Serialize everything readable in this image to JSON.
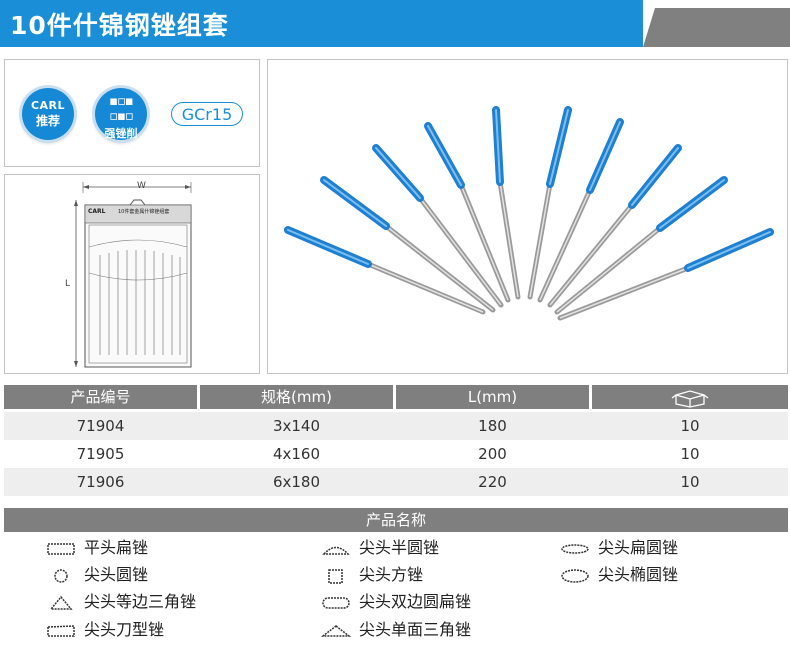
{
  "header": {
    "title": "10件什锦钢锉组套"
  },
  "badges": {
    "carl_line1": "CARL",
    "carl_line2": "推荐",
    "chip_label": "强锉削",
    "material": "GCr15"
  },
  "package": {
    "brand": "CARL",
    "label": "10件套金属什锦锉组套",
    "width_mark": "W",
    "length_mark": "L"
  },
  "spec_table": {
    "headers": [
      "产品编号",
      "规格(mm)",
      "L(mm)",
      "box-icon"
    ],
    "rows": [
      [
        "71904",
        "3x140",
        "180",
        "10"
      ],
      [
        "71905",
        "4x160",
        "200",
        "10"
      ],
      [
        "71906",
        "6x180",
        "220",
        "10"
      ]
    ]
  },
  "names": {
    "heading": "产品名称",
    "items": [
      {
        "label": "平头扁锉",
        "icon": "flat-file-icon"
      },
      {
        "label": "尖头半圆锉",
        "icon": "half-round-file-icon"
      },
      {
        "label": "尖头扁圆锉",
        "icon": "flat-oval-file-icon"
      },
      {
        "label": "尖头圆锉",
        "icon": "round-file-icon"
      },
      {
        "label": "尖头方锉",
        "icon": "square-file-icon"
      },
      {
        "label": "尖头椭圆锉",
        "icon": "oval-file-icon"
      },
      {
        "label": "尖头等边三角锉",
        "icon": "triangle-file-icon"
      },
      {
        "label": "尖头双边圆扁锉",
        "icon": "double-round-edge-file-icon"
      },
      {
        "label": "尖头刀型锉",
        "icon": "knife-file-icon"
      },
      {
        "label": "尖头单面三角锉",
        "icon": "single-triangle-file-icon"
      }
    ]
  },
  "colors": {
    "brand_blue": "#1a8fd8",
    "header_gray": "#7f7f7f",
    "handle_blue": "#1f7fd0"
  }
}
